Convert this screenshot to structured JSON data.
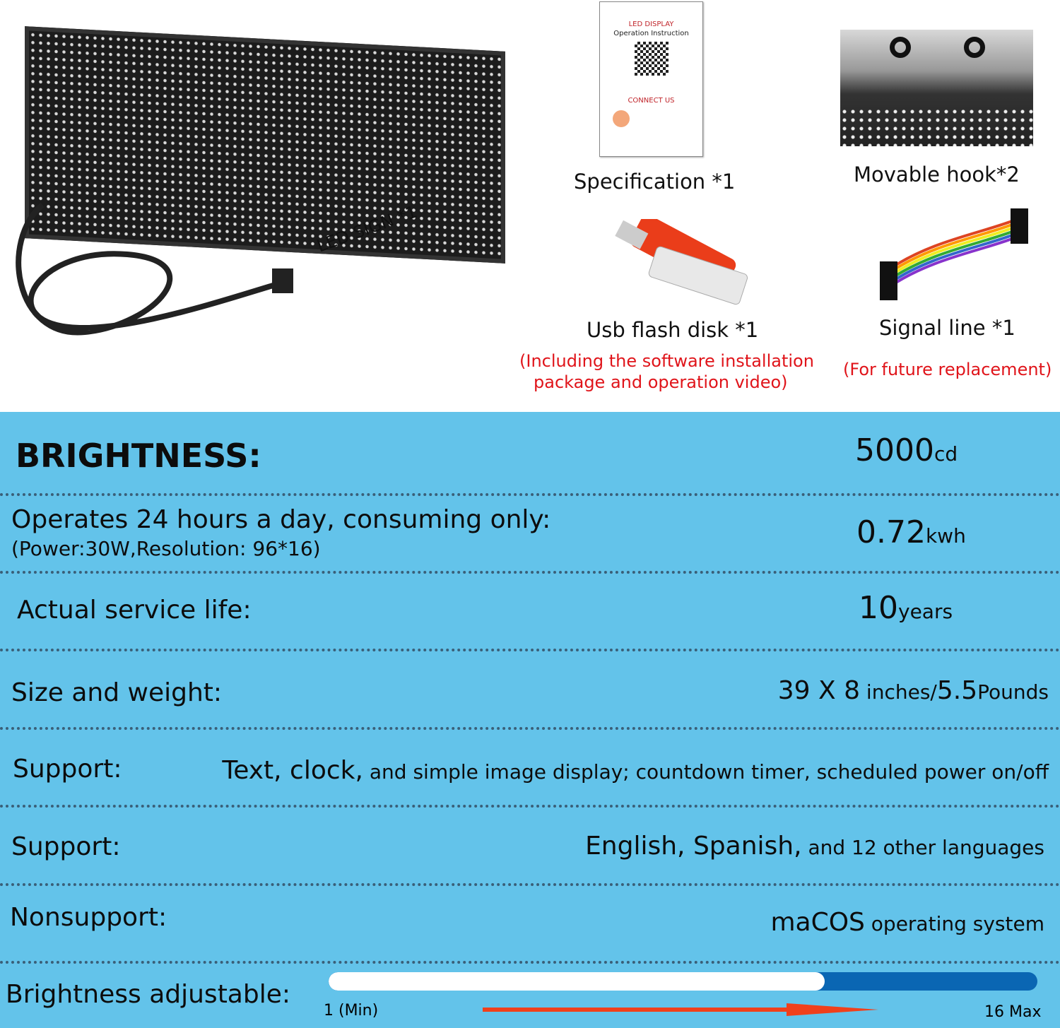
{
  "top": {
    "led_sign_label": "LED SIGN *1",
    "doc": {
      "title": "LED DISPLAY",
      "subtitle": "Operation Instruction",
      "connect": "CONNECT  US"
    },
    "items": [
      {
        "caption": "Specification *1"
      },
      {
        "caption": "Movable hook*2"
      },
      {
        "caption": "Usb flash disk *1",
        "note1": "(Including the software installation",
        "note2": "package and operation video)"
      },
      {
        "caption": "Signal line *1",
        "note1": "(For future replacement)"
      }
    ]
  },
  "specs": {
    "brightness": {
      "label": "BRIGHTNESS:",
      "value": "5000",
      "unit": "cd"
    },
    "power": {
      "label": "Operates 24 hours a day, consuming only:",
      "sub": "(Power:30W,Resolution:  96*16)",
      "value": "0.72",
      "unit": "kwh"
    },
    "life": {
      "label": "Actual service life:",
      "value": "10",
      "unit": "years"
    },
    "size": {
      "label": "Size and weight:",
      "v1": "39 X 8",
      "u1": " inches/",
      "v2": "5.5",
      "u2": "Pounds"
    },
    "support1": {
      "label": "Support:",
      "bold": "Text, clock,",
      "rest": " and simple image display; countdown timer, scheduled power on/off"
    },
    "support2": {
      "label": "Support:",
      "bold": "English, Spanish,",
      "rest": " and 12 other languages"
    },
    "nonsupport": {
      "label": "Nonsupport:",
      "bold": "maCOS",
      "rest": " operating system"
    },
    "adjust": {
      "label": "Brightness adjustable:",
      "min_label": "1  (Min)",
      "max_label": "16 Max",
      "level_fraction": 0.7
    }
  },
  "colors": {
    "band": "#63c3ea",
    "note_red": "#e0141a",
    "bar_blue": "#0a66b3",
    "arrow": "#f0401c"
  }
}
